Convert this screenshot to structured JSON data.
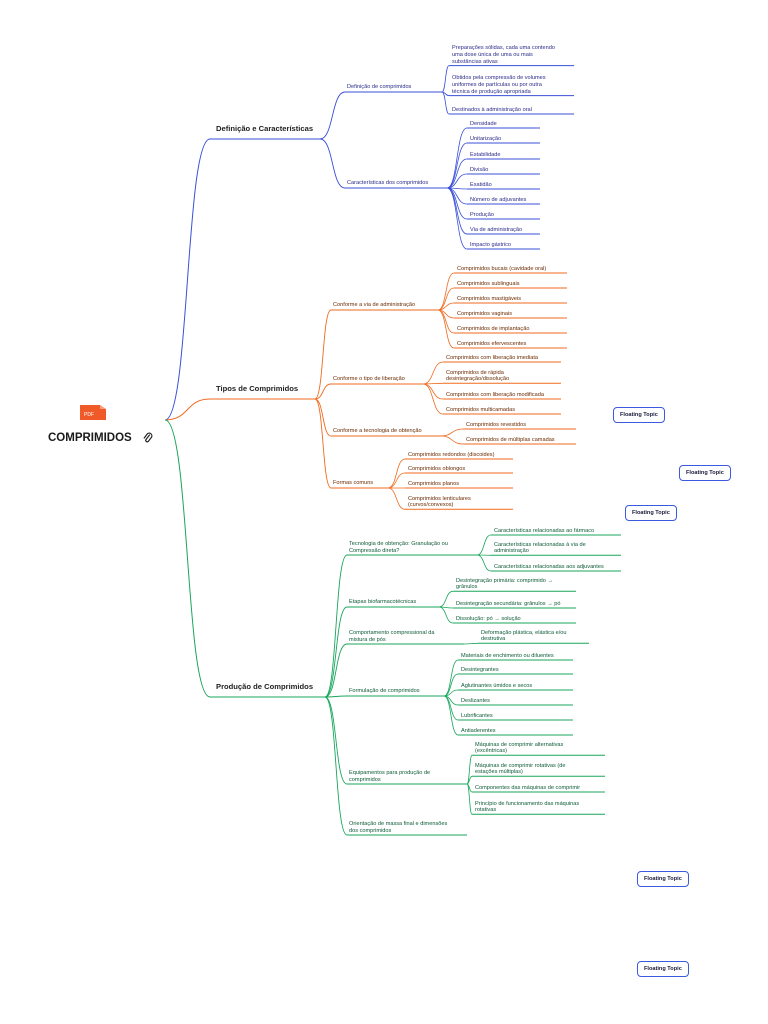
{
  "root": {
    "title": "COMPRIMIDOS",
    "badge": "PDF"
  },
  "colors": {
    "blue": "#3a4fd8",
    "orange": "#f06a1d",
    "green": "#18a65a"
  },
  "branches": [
    {
      "title": "Definição e Características",
      "color": "blue",
      "subs": [
        {
          "label": "Definição de comprimidos",
          "leaves": [
            "Preparações sólidas, cada uma contendo\numa dose única de uma ou mais\nsubstâncias ativas",
            "Obtidos pela compressão de volumes\nuniformes de partículas ou por outra\ntécnica de produção apropriada",
            "Destinados à administração oral"
          ]
        },
        {
          "label": "Características dos comprimidos",
          "leaves": [
            "Densidade",
            "Unitarização",
            "Estabilidade",
            "Divisão",
            "Exatidão",
            "Número de adjuvantes",
            "Produção",
            "Via de administração",
            "Impacto gástrico"
          ]
        }
      ]
    },
    {
      "title": "Tipos de Comprimidos",
      "color": "orange",
      "subs": [
        {
          "label": "Conforme a via de administração",
          "leaves": [
            "Comprimidos bucais (cavidade oral)",
            "Comprimidos sublinguais",
            "Comprimidos mastigáveis",
            "Comprimidos vaginais",
            "Comprimidos de implantação",
            "Comprimidos efervescentes"
          ]
        },
        {
          "label": "Conforme o tipo de liberação",
          "leaves": [
            "Comprimidos com liberação imediata",
            "Comprimidos de rápida\ndesintegração/dissolução",
            "Comprimidos com liberação modificada",
            "Comprimidos multicamadas"
          ]
        },
        {
          "label": "Conforme a tecnologia de obtenção",
          "leaves": [
            "Comprimidos revestidos",
            "Comprimidos de múltiplas camadas"
          ]
        },
        {
          "label": "Formas comuns",
          "leaves": [
            "Comprimidos redondos (discoides)",
            "Comprimidos oblongos",
            "Comprimidos planos",
            "Comprimidos lenticulares\n(curvos/convexos)"
          ]
        }
      ]
    },
    {
      "title": "Produção de Comprimidos",
      "color": "green",
      "subs": [
        {
          "label": "Tecnologia de obtenção: Granulação ou\nCompressão direta?",
          "leaves": [
            "Características relacionadas ao fármaco",
            "Características relacionadas à via de\nadministração",
            "Características relacionadas aos adjuvantes"
          ]
        },
        {
          "label": "Etapas biofarmacotécnicas",
          "leaves": [
            "Desintegração primária: comprimido →\ngrânulos",
            "Desintegração secundária: grânulos → pó",
            "Dissolução: pó → solução"
          ]
        },
        {
          "label": "Comportamento compressional da\nmistura de pós",
          "leaves": [
            "Deformação plástica, elástica e/ou\ndestrutiva"
          ]
        },
        {
          "label": "Formulação de comprimidos",
          "leaves": [
            "Materiais de enchimento ou diluentes",
            "Desintegrantes",
            "Aglutinantes úmidos e secos",
            "Deslizantes",
            "Lubrificantes",
            "Antiaderentes"
          ]
        },
        {
          "label": "Equipamentos para produção de\ncomprimidos",
          "leaves": [
            "Máquinas de comprimir alternativas\n(excêntricas)",
            "Máquinas de comprimir rotativas (de\nestações múltiplas)",
            "Componentes das máquinas de comprimir",
            "Princípio de funcionamento das máquinas\nrotativas"
          ]
        },
        {
          "label": "Orientação de massa final e dimensões\ndos comprimidos",
          "leaves": []
        }
      ]
    }
  ],
  "floating_topics": [
    "Floating Topic",
    "Floating Topic",
    "Floating Topic",
    "Floating Topic",
    "Floating Topic"
  ]
}
